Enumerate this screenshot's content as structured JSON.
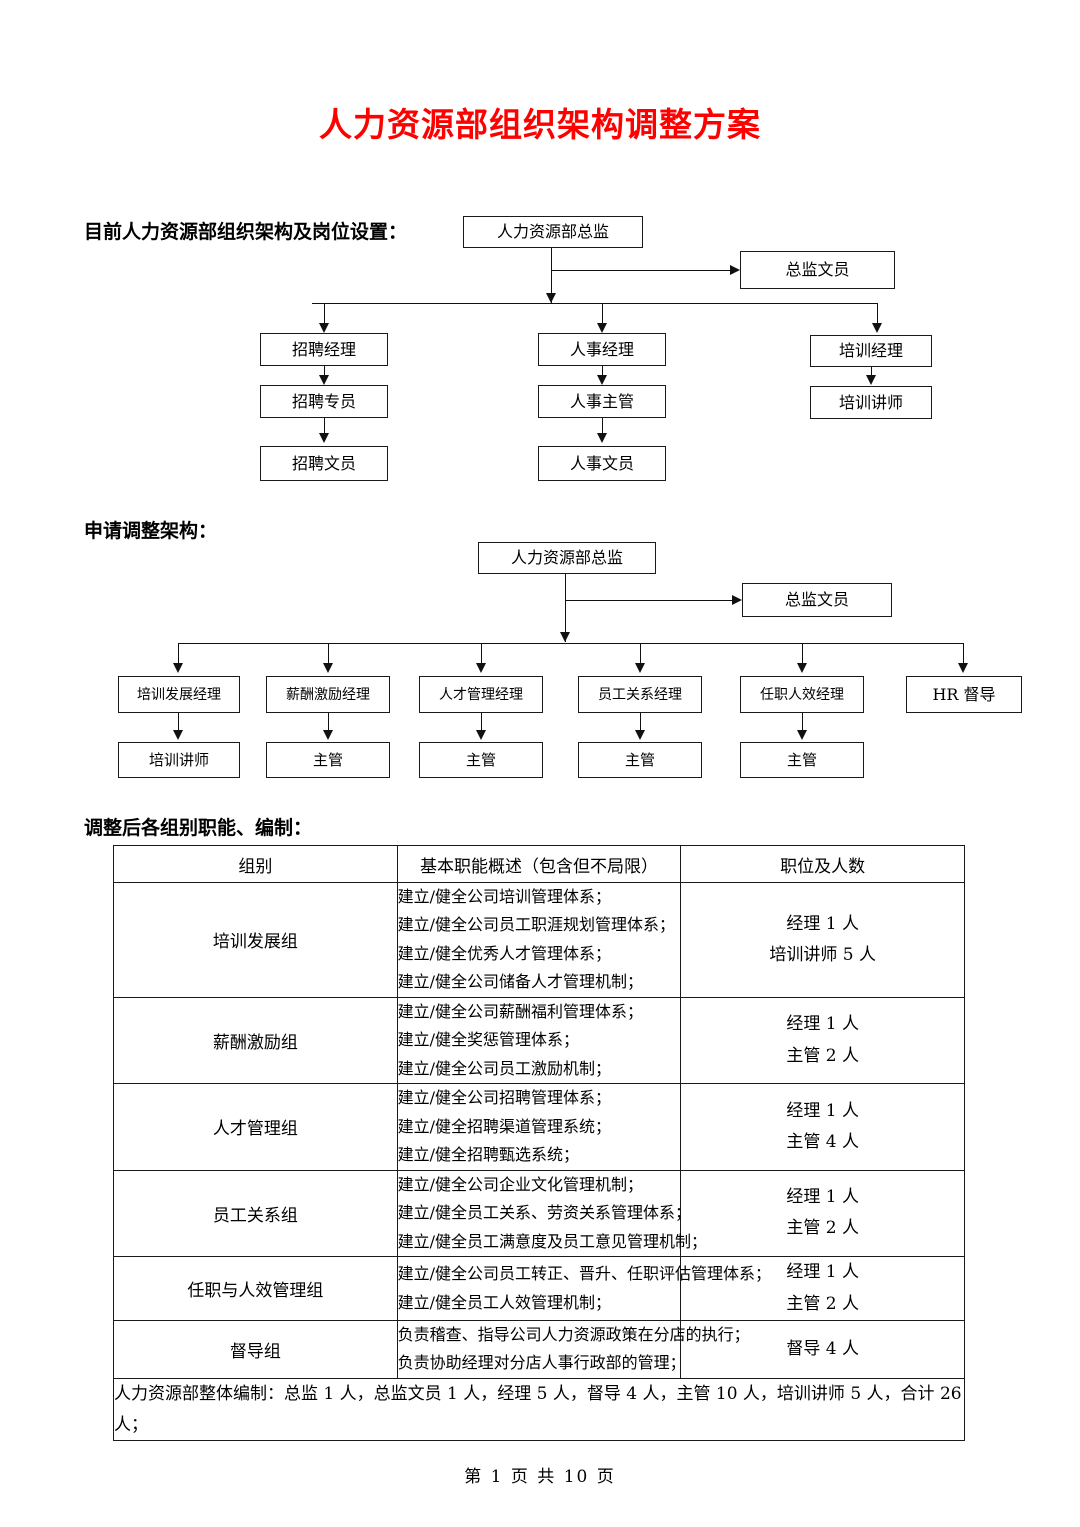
{
  "document": {
    "title": "人力资源部组织架构调整方案",
    "title_color": "#FF0000",
    "footer": "第 1 页 共 10 页"
  },
  "sections": {
    "current_label": "目前人力资源部组织架构及岗位设置：",
    "proposed_label": "申请调整架构：",
    "table_label": "调整后各组别职能、编制："
  },
  "current_org_chart": {
    "director": "人力资源部总监",
    "assistant": "总监文员",
    "branches": [
      {
        "manager": "招聘经理",
        "level2": "招聘专员",
        "level3": "招聘文员"
      },
      {
        "manager": "人事经理",
        "level2": "人事主管",
        "level3": "人事文员"
      },
      {
        "manager": "培训经理",
        "level2": "培训讲师",
        "level3": null
      }
    ]
  },
  "proposed_org_chart": {
    "director": "人力资源部总监",
    "assistant": "总监文员",
    "branches": [
      {
        "manager": "培训发展经理",
        "sub": "培训讲师"
      },
      {
        "manager": "薪酬激励经理",
        "sub": "主管"
      },
      {
        "manager": "人才管理经理",
        "sub": "主管"
      },
      {
        "manager": "员工关系经理",
        "sub": "主管"
      },
      {
        "manager": "任职人效经理",
        "sub": "主管"
      },
      {
        "manager": "HR 督导",
        "sub": null
      }
    ]
  },
  "function_table": {
    "headers": [
      "组别",
      "基本职能概述（包含但不局限）",
      "职位及人数"
    ],
    "rows": [
      {
        "group": "培训发展组",
        "duties": [
          "建立/健全公司培训管理体系；",
          "建立/健全公司员工职涯规划管理体系；",
          "建立/健全优秀人才管理体系；",
          "建立/健全公司储备人才管理机制；"
        ],
        "counts": [
          "经理 1 人",
          "培训讲师 5 人"
        ]
      },
      {
        "group": "薪酬激励组",
        "duties": [
          "建立/健全公司薪酬福利管理体系；",
          "建立/健全奖惩管理体系；",
          "建立/健全公司员工激励机制；"
        ],
        "counts": [
          "经理 1 人",
          "主管 2 人"
        ]
      },
      {
        "group": "人才管理组",
        "duties": [
          "建立/健全公司招聘管理体系；",
          "建立/健全招聘渠道管理系统；",
          "建立/健全招聘甄选系统；"
        ],
        "counts": [
          "经理 1 人",
          "主管 4 人"
        ]
      },
      {
        "group": "员工关系组",
        "duties": [
          "建立/健全公司企业文化管理机制；",
          "建立/健全员工关系、劳资关系管理体系；",
          "建立/健全员工满意度及员工意见管理机制；"
        ],
        "counts": [
          "经理 1 人",
          "主管 2 人"
        ]
      },
      {
        "group": "任职与人效管理组",
        "duties": [
          "建立/健全公司员工转正、晋升、任职评估管理体系；",
          "建立/健全员工人效管理机制；"
        ],
        "counts": [
          "经理 1 人",
          "主管 2 人"
        ]
      },
      {
        "group": "督导组",
        "duties": [
          "负责稽查、指导公司人力资源政策在分店的执行；",
          "负责协助经理对分店人事行政部的管理；"
        ],
        "counts": [
          "督导 4 人"
        ]
      }
    ],
    "summary": "人力资源部整体编制：总监 1 人，总监文员 1 人，经理 5 人，督导 4 人，主管 10 人，培训讲师 5 人，合计 26 人；"
  }
}
